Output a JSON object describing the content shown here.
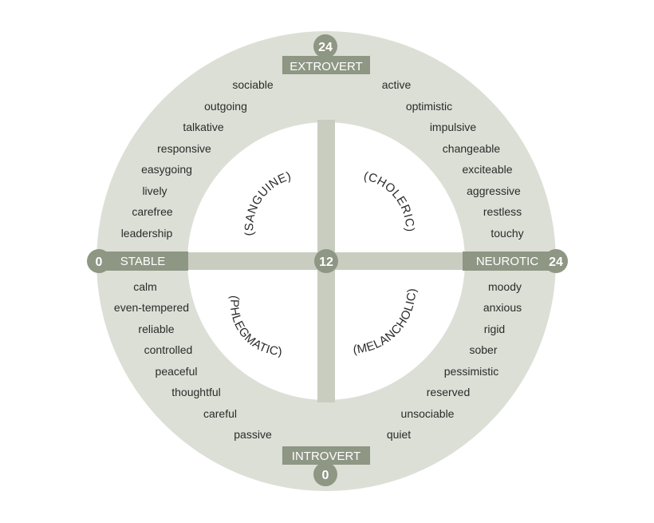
{
  "colors": {
    "outer_ring": "#dcdfd6",
    "bars": "#c9cdc0",
    "label_box": "#8e9684",
    "badge": "#8e9684",
    "inner": "#ffffff",
    "text": "#2b2b2b"
  },
  "axes": {
    "top": {
      "label": "EXTROVERT",
      "value": "24"
    },
    "bottom": {
      "label": "INTROVERT",
      "value": "0"
    },
    "left": {
      "label": "STABLE",
      "value": "0"
    },
    "right": {
      "label": "NEUROTIC",
      "value": "24"
    },
    "center_value": "12"
  },
  "temperaments": {
    "top_left": "(SANGUINE)",
    "top_right": "(CHOLERIC)",
    "bottom_left": "(PHLEGMATIC)",
    "bottom_right": "(MELANCHOLIC)"
  },
  "traits": {
    "top_left": [
      "sociable",
      "outgoing",
      "talkative",
      "responsive",
      "easygoing",
      "lively",
      "carefree",
      "leadership"
    ],
    "top_right": [
      "active",
      "optimistic",
      "impulsive",
      "changeable",
      "exciteable",
      "aggressive",
      "restless",
      "touchy"
    ],
    "bottom_left": [
      "calm",
      "even-tempered",
      "reliable",
      "controlled",
      "peaceful",
      "thoughtful",
      "careful",
      "passive"
    ],
    "bottom_right": [
      "moody",
      "anxious",
      "rigid",
      "sober",
      "pessimistic",
      "reserved",
      "unsociable",
      "quiet"
    ]
  }
}
